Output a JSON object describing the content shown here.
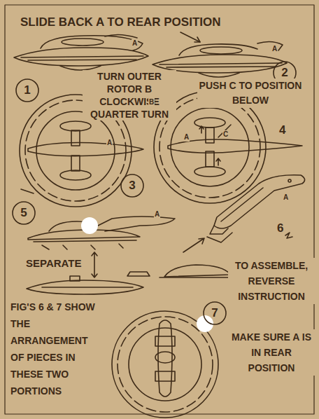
{
  "diagram": {
    "nodes": [
      {
        "text": [
          "1"
        ]
      },
      {
        "text": [
          "2"
        ]
      },
      {
        "text": [
          "3"
        ]
      },
      {
        "text": [
          "5"
        ]
      },
      {
        "text": [
          "7"
        ]
      }
    ],
    "labels": [
      "SLIDE BACK A TO REAR POSITION",
      "TURN OUTER ROTOR B CLOCKWISE QUARTER TURN",
      "PUSH C TO POSITION BELOW",
      "4",
      "6",
      "SEPARATE",
      "TO ASSEMBLE, REVERSE INSTRUCTION",
      "FIG'S 6 & 7 SHOW THE ARRANGEMENT OF PIECES IN THESE TWO PORTIONS",
      "MAKE SURE A IS IN REAR POSITION",
      "A",
      "A",
      "A",
      "B",
      "A",
      "C",
      "A",
      "A"
    ]
  }
}
